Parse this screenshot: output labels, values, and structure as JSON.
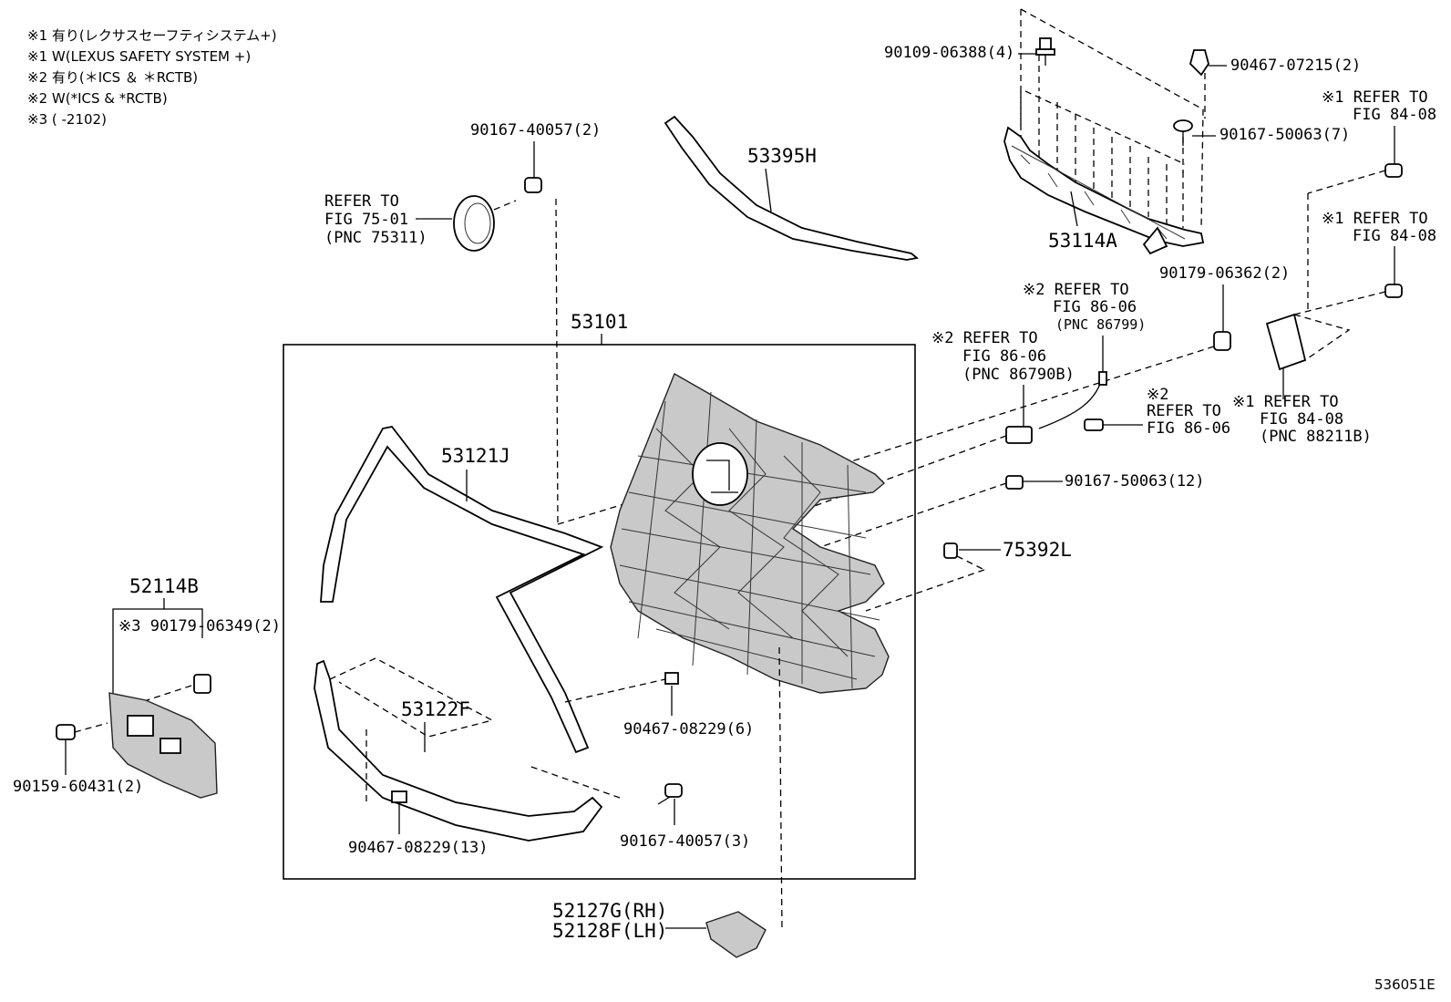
{
  "notes": [
    "※1 有り(レクサスセーフティシステム+)",
    "※1 W(LEXUS SAFETY SYSTEM +)",
    "※2 有り(＊ICS ＆ ＊RCTB)",
    "※2 W(*ICS & *RCTB)",
    "※3 (      -2102)"
  ],
  "labels": {
    "p90109_06388": "90109-06388(4)",
    "p90467_07215": "90467-07215(2)",
    "p90167_50063_7": "90167-50063(7)",
    "p53114A": "53114A",
    "refer_84_08_a1": "※1 REFER TO",
    "refer_84_08_a2": "FIG 84-08",
    "refer_84_08_b1": "※1 REFER TO",
    "refer_84_08_b2": "FIG 84-08",
    "p90179_06362": "90179-06362(2)",
    "refer_86799_1": "※2 REFER TO",
    "refer_86799_2": "FIG 86-06",
    "refer_86799_3": "(PNC 86799)",
    "refer_86790b_1": "※2 REFER TO",
    "refer_86790b_2": "FIG 86-06",
    "refer_86790b_3": "(PNC 86790B)",
    "refer_86_06_1": "※2",
    "refer_86_06_2": "REFER TO",
    "refer_86_06_3": "FIG 86-06",
    "refer_88211b_1": "※1 REFER TO",
    "refer_88211b_2": "FIG 84-08",
    "refer_88211b_3": "(PNC 88211B)",
    "p90167_50063_12": "90167-50063(12)",
    "p75392L": "75392L",
    "p90167_40057_2": "90167-40057(2)",
    "refer_75_01_1": "REFER TO",
    "refer_75_01_2": "FIG 75-01",
    "refer_75_01_3": "(PNC 75311)",
    "p53395H": "53395H",
    "p53101": "53101",
    "p53121J": "53121J",
    "p52114B": "52114B",
    "p90179_06349": "※3 90179-06349(2)",
    "p90159_60431": "90159-60431(2)",
    "p53122F": "53122F",
    "p90467_08229_6": "90467-08229(6)",
    "p90467_08229_13": "90467-08229(13)",
    "p90167_40057_3": "90167-40057(3)",
    "p52127G": "52127G(RH)",
    "p52128F": "52128F(LH)",
    "figure_code": "536051E"
  }
}
